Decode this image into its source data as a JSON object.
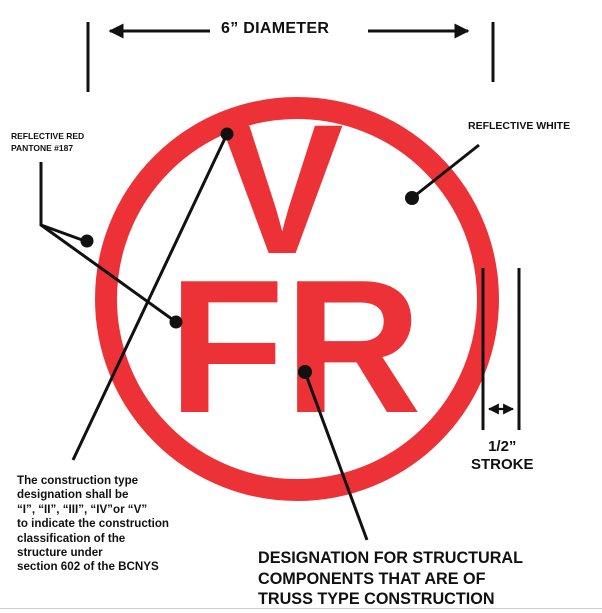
{
  "sign": {
    "top_text": "V",
    "bottom_text": "FR",
    "red_color": "#EC3237",
    "white_color": "#FFFFFF"
  },
  "dimension": {
    "label": "6” DIAMETER"
  },
  "labels": {
    "reflective_red": [
      "REFLECTIVE RED",
      "PANTONE #187"
    ],
    "reflective_white": "REFLECTIVE WHITE",
    "stroke": [
      "1/2”",
      "STROKE"
    ],
    "construction_type": [
      "The construction type",
      "designation shall be",
      "“I”, “II”, “III”, “IV”or “V”",
      "to indicate the construction",
      "classification of the",
      "structure under",
      "section 602 of the BCNYS"
    ],
    "truss_designation": [
      "DESIGNATION FOR STRUCTURAL",
      "COMPONENTS THAT ARE OF",
      "TRUSS TYPE CONSTRUCTION"
    ]
  },
  "colors": {
    "ink": "#111111",
    "red": "#EC3237"
  }
}
